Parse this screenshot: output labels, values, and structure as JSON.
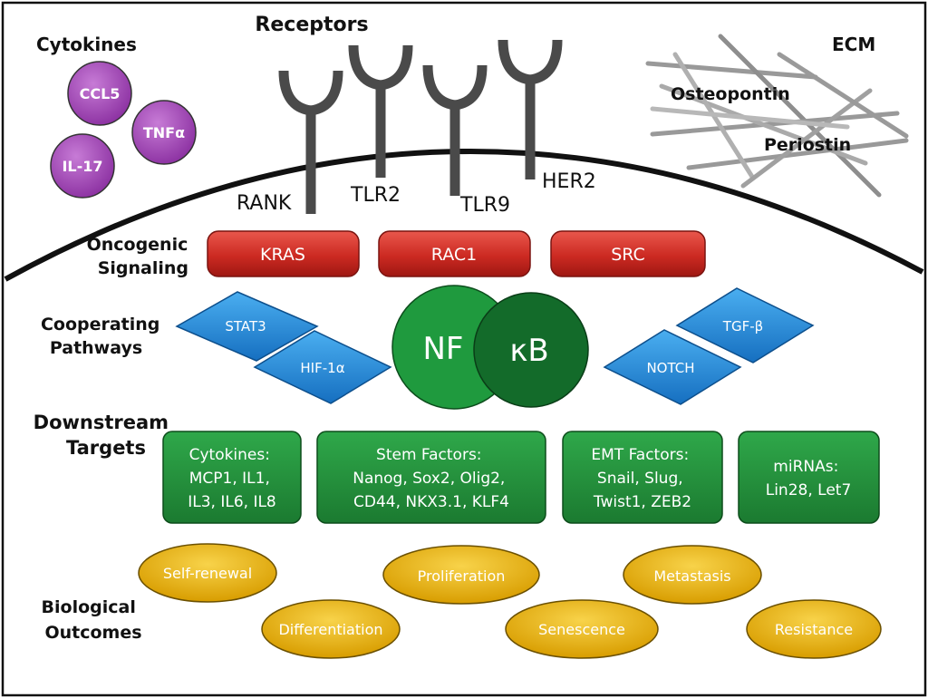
{
  "cytokines": {
    "title": "Cytokines",
    "items": [
      "CCL5",
      "TNFα",
      "IL-17"
    ],
    "color": "#9b3fb0"
  },
  "receptors": {
    "title": "Receptors",
    "items": [
      "RANK",
      "TLR2",
      "TLR9",
      "HER2"
    ],
    "color": "#4a4a4a"
  },
  "ecm": {
    "title": "ECM",
    "items": [
      "Osteopontin",
      "Periostin"
    ]
  },
  "oncogenic": {
    "label_line1": "Oncogenic",
    "label_line2": "Signaling",
    "items": [
      "KRAS",
      "RAC1",
      "SRC"
    ],
    "color": "#cc2a22"
  },
  "cooperating": {
    "label_line1": "Cooperating",
    "label_line2": "Pathways",
    "items": [
      "STAT3",
      "HIF-1α",
      "TGF-β",
      "NOTCH"
    ],
    "color": "#1e88d8"
  },
  "nfkb": {
    "left": "NF",
    "right": "κB",
    "color": "#1f8a3c"
  },
  "downstream": {
    "label_line1": "Downstream",
    "label_line2": "Targets",
    "boxes": [
      {
        "lines": [
          "Cytokines:",
          "MCP1, IL1,",
          "IL3, IL6, IL8"
        ]
      },
      {
        "lines": [
          "Stem Factors:",
          "Nanog, Sox2, Olig2,",
          "CD44, NKX3.1, KLF4"
        ]
      },
      {
        "lines": [
          "EMT Factors:",
          "Snail, Slug,",
          "Twist1, ZEB2"
        ]
      },
      {
        "lines": [
          "miRNAs:",
          "Lin28, Let7"
        ]
      }
    ],
    "color": "#1e8a36"
  },
  "outcomes": {
    "label_line1": "Biological",
    "label_line2": "Outcomes",
    "items": [
      "Self-renewal",
      "Differentiation",
      "Proliferation",
      "Senescence",
      "Metastasis",
      "Resistance"
    ],
    "color": "#e8b408"
  }
}
